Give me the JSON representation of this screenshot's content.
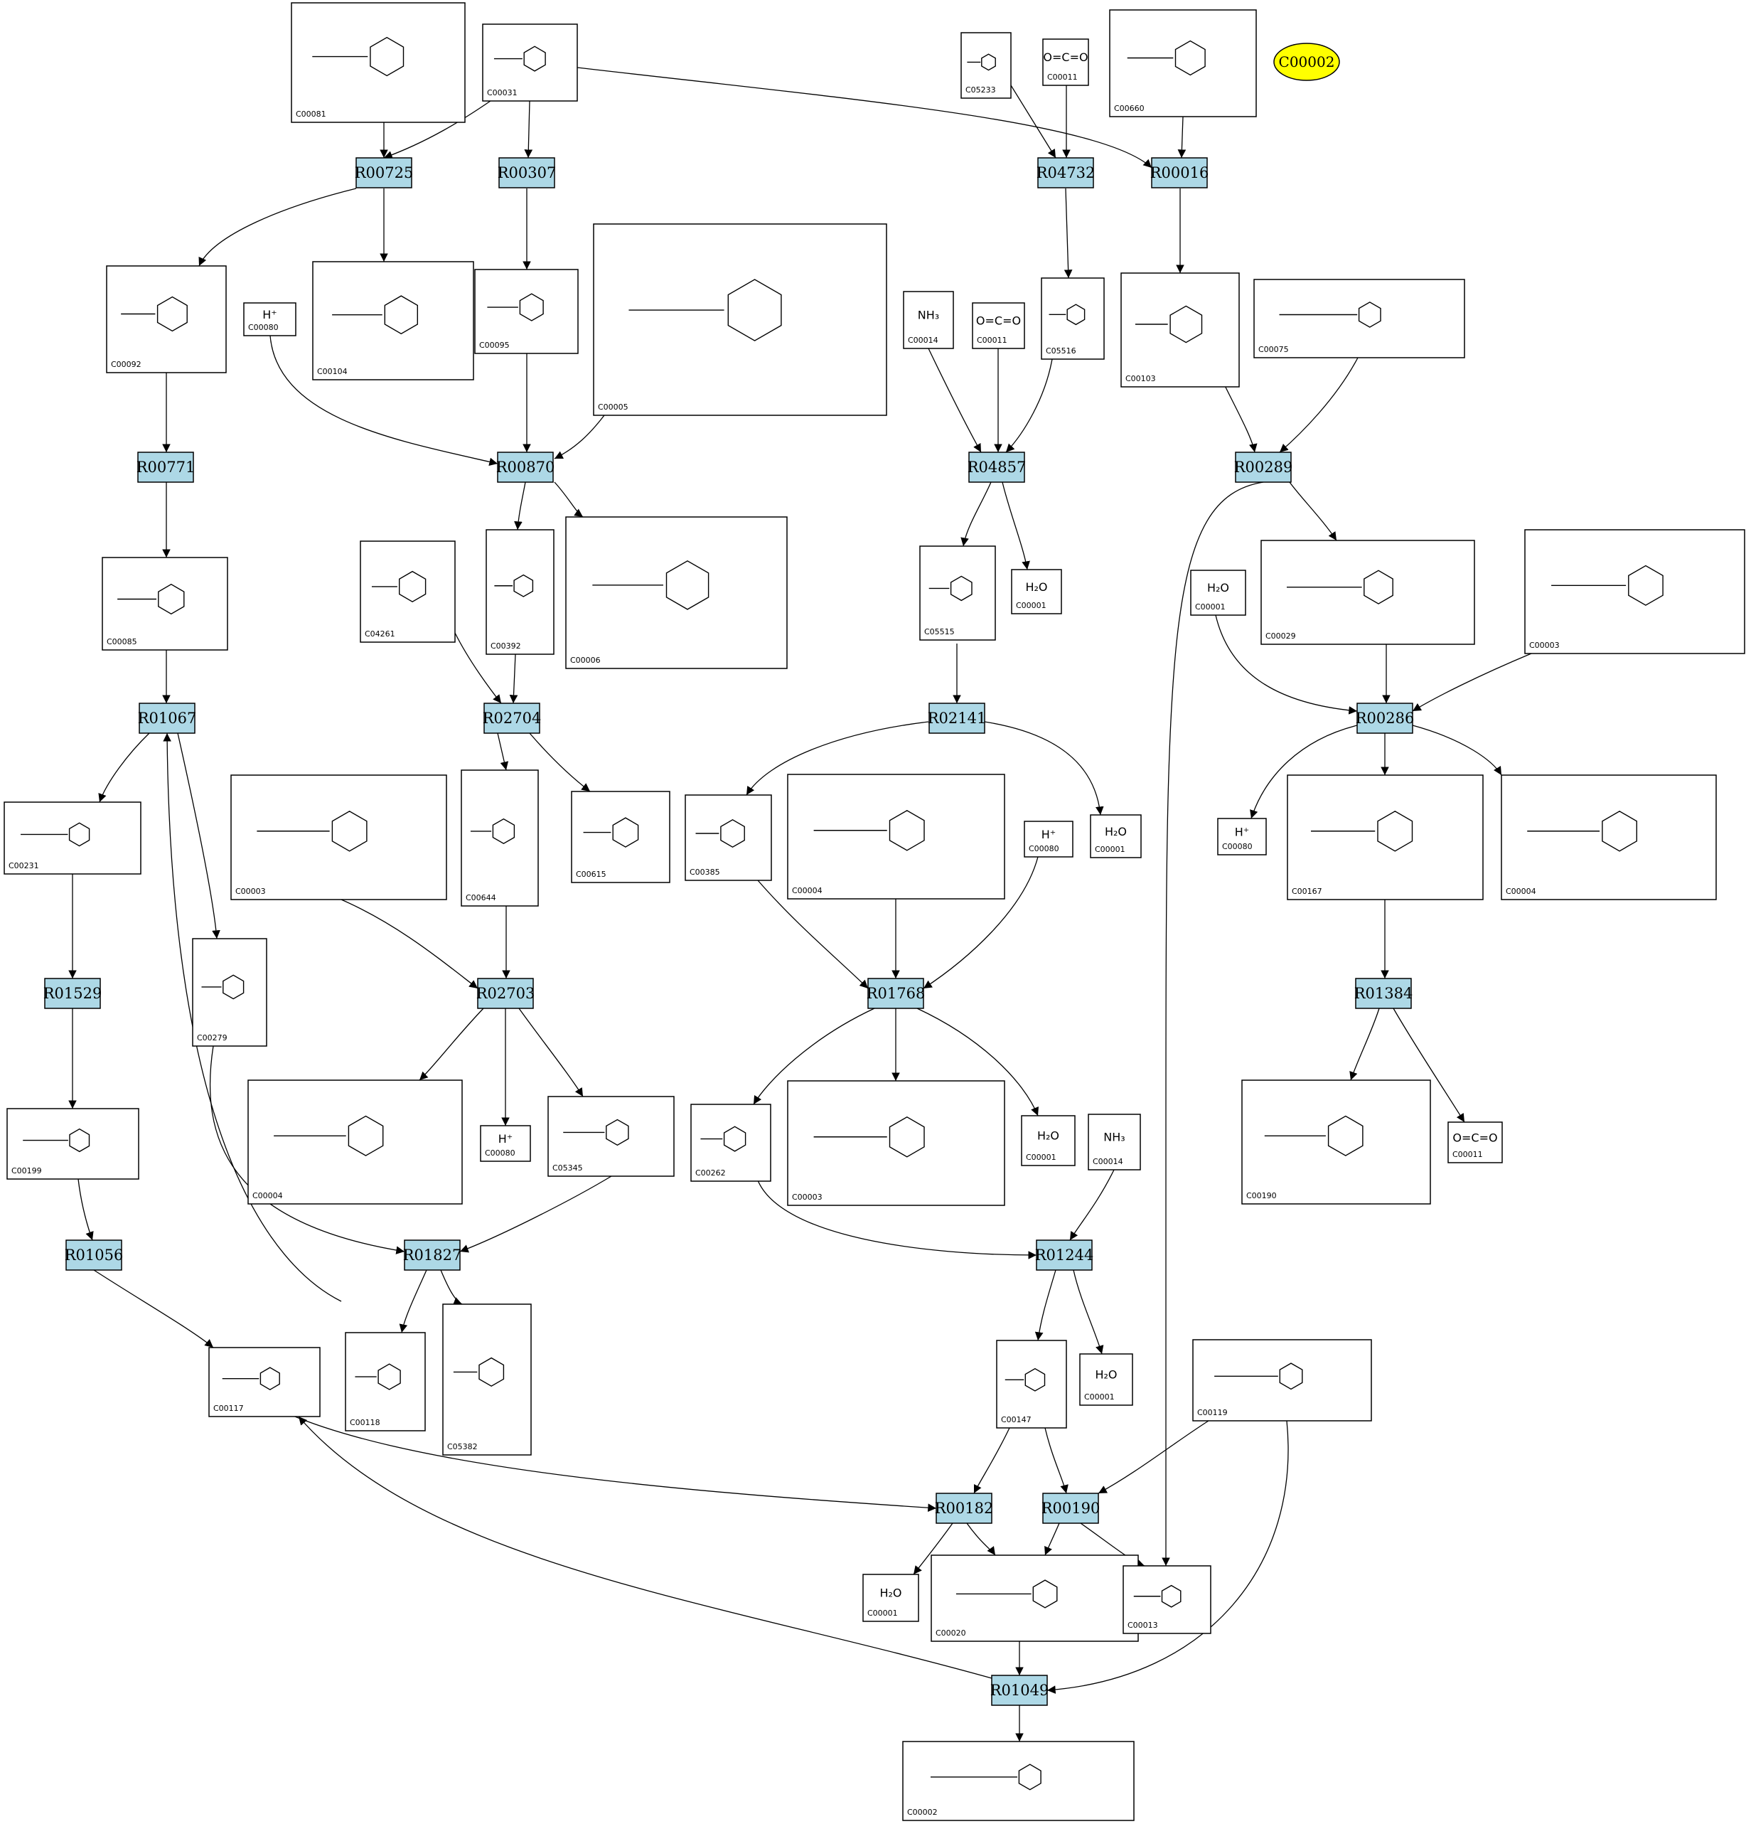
{
  "highlight": {
    "label": "C00002"
  },
  "reactions": [
    "R00725",
    "R00307",
    "R04732",
    "R00016",
    "R00771",
    "R00870",
    "R04857",
    "R00289",
    "R01067",
    "R02704",
    "R02141",
    "R00286",
    "R01529",
    "R02703",
    "R01768",
    "R01384",
    "R01056",
    "R01827",
    "R01244",
    "R00182",
    "R00190",
    "R01049"
  ],
  "compounds": [
    {
      "id": "C00081",
      "formula": ""
    },
    {
      "id": "C00031",
      "formula": ""
    },
    {
      "id": "C05233",
      "formula": ""
    },
    {
      "id": "C00011",
      "formula": "O=C=O"
    },
    {
      "id": "C00660",
      "formula": ""
    },
    {
      "id": "C00092",
      "formula": ""
    },
    {
      "id": "C00080",
      "formula": "H⁺"
    },
    {
      "id": "C00104",
      "formula": ""
    },
    {
      "id": "C00095",
      "formula": ""
    },
    {
      "id": "C00005",
      "formula": ""
    },
    {
      "id": "C00014",
      "formula": "NH₃"
    },
    {
      "id": "C00011",
      "formula": "O=C=O"
    },
    {
      "id": "C05516",
      "formula": ""
    },
    {
      "id": "C00103",
      "formula": ""
    },
    {
      "id": "C00075",
      "formula": ""
    },
    {
      "id": "C00085",
      "formula": ""
    },
    {
      "id": "C04261",
      "formula": ""
    },
    {
      "id": "C00392",
      "formula": ""
    },
    {
      "id": "C00006",
      "formula": ""
    },
    {
      "id": "C05515",
      "formula": ""
    },
    {
      "id": "C00001",
      "formula": "H₂O"
    },
    {
      "id": "C00001",
      "formula": "H₂O"
    },
    {
      "id": "C00029",
      "formula": ""
    },
    {
      "id": "C00003",
      "formula": ""
    },
    {
      "id": "C00231",
      "formula": ""
    },
    {
      "id": "C00003",
      "formula": ""
    },
    {
      "id": "C00644",
      "formula": ""
    },
    {
      "id": "C00615",
      "formula": ""
    },
    {
      "id": "C00385",
      "formula": ""
    },
    {
      "id": "C00004",
      "formula": ""
    },
    {
      "id": "C00080",
      "formula": "H⁺"
    },
    {
      "id": "C00001",
      "formula": "H₂O"
    },
    {
      "id": "C00080",
      "formula": "H⁺"
    },
    {
      "id": "C00167",
      "formula": ""
    },
    {
      "id": "C00004",
      "formula": ""
    },
    {
      "id": "C00279",
      "formula": ""
    },
    {
      "id": "C00199",
      "formula": ""
    },
    {
      "id": "C00004",
      "formula": ""
    },
    {
      "id": "C00080",
      "formula": "H⁺"
    },
    {
      "id": "C05345",
      "formula": ""
    },
    {
      "id": "C00262",
      "formula": ""
    },
    {
      "id": "C00003",
      "formula": ""
    },
    {
      "id": "C00001",
      "formula": "H₂O"
    },
    {
      "id": "C00014",
      "formula": "NH₃"
    },
    {
      "id": "C00190",
      "formula": ""
    },
    {
      "id": "C00011",
      "formula": "O=C=O"
    },
    {
      "id": "C00117",
      "formula": ""
    },
    {
      "id": "C00118",
      "formula": ""
    },
    {
      "id": "C05382",
      "formula": ""
    },
    {
      "id": "C00147",
      "formula": ""
    },
    {
      "id": "C00001",
      "formula": "H₂O"
    },
    {
      "id": "C00119",
      "formula": ""
    },
    {
      "id": "C00001",
      "formula": "H₂O"
    },
    {
      "id": "C00020",
      "formula": ""
    },
    {
      "id": "C00013",
      "formula": ""
    },
    {
      "id": "C00002",
      "formula": ""
    }
  ]
}
